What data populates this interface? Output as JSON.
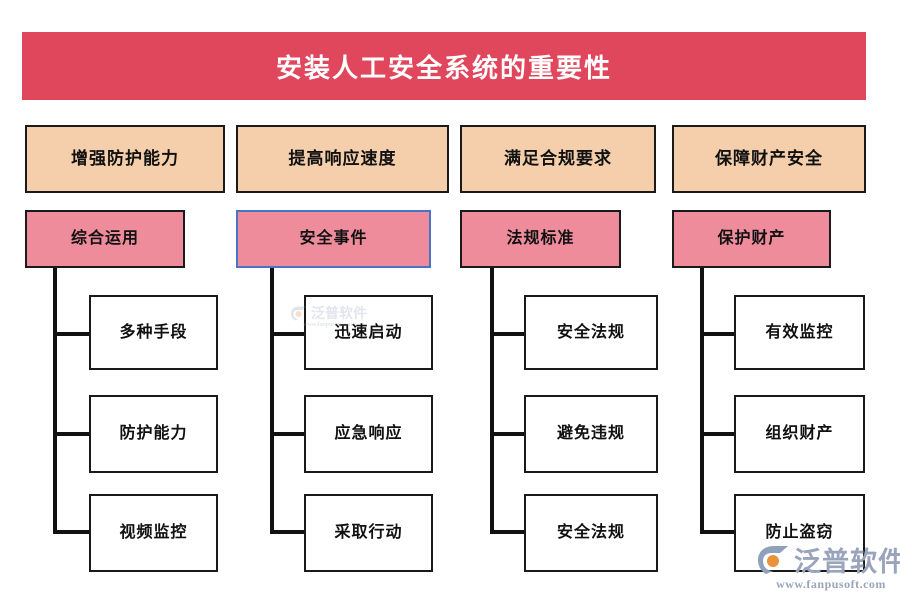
{
  "title": "安装人工安全系统的重要性",
  "colors": {
    "banner": "#E0465C",
    "level1_fill": "#F5CFAB",
    "level2_fill": "#EE8C9C",
    "leaf_fill": "#FFFFFF",
    "border": "#1A1A1A",
    "selected_border": "#4A72C8",
    "background": "#FFFFFF",
    "watermark": "#9AA5BB"
  },
  "columns": [
    {
      "level1": "增强防护能力",
      "level2": "综合运用",
      "selected": false,
      "leaves": [
        "多种手段",
        "防护能力",
        "视频监控"
      ]
    },
    {
      "level1": "提高响应速度",
      "level2": "安全事件",
      "selected": true,
      "leaves": [
        "迅速启动",
        "应急响应",
        "采取行动"
      ]
    },
    {
      "level1": "满足合规要求",
      "level2": "法规标准",
      "selected": false,
      "leaves": [
        "安全法规",
        "避免违规",
        "安全法规"
      ]
    },
    {
      "level1": "保障财产安全",
      "level2": "保护财产",
      "selected": false,
      "leaves": [
        "有效监控",
        "组织财产",
        "防止盗窃"
      ]
    }
  ],
  "watermark": {
    "brand": "泛普软件",
    "url": "www.fanpusoft.com"
  }
}
